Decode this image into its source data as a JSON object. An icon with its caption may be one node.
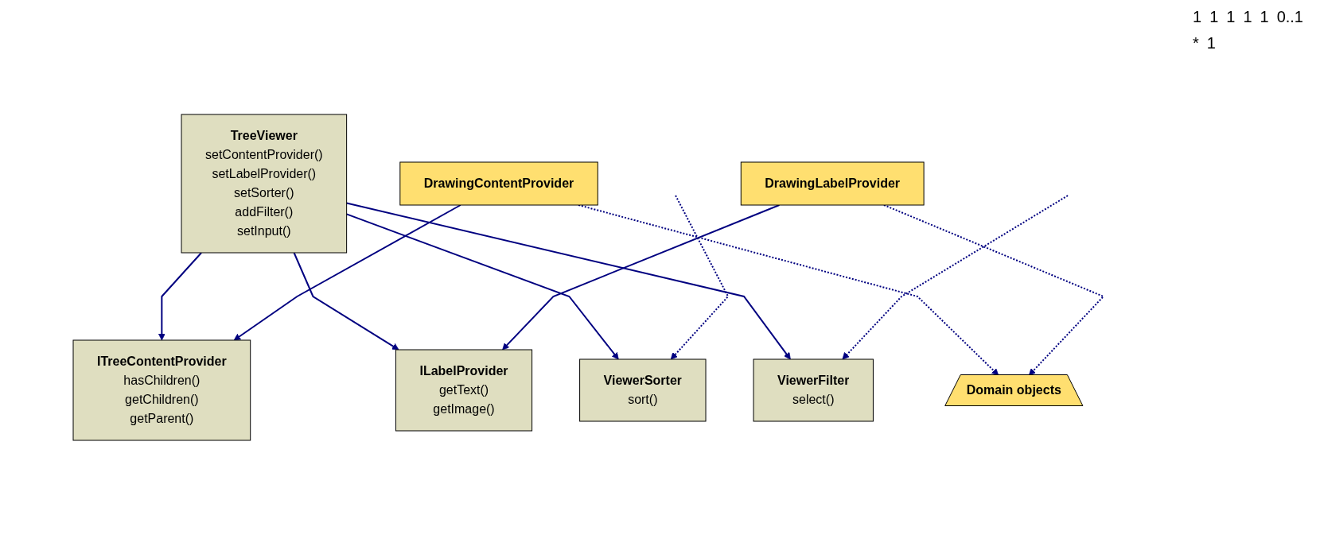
{
  "diagram": {
    "nodes": [
      {
        "text": [
          "ITreeContentProvider",
          "hasChildren()",
          "getChildren()",
          "getParent()"
        ]
      },
      {
        "text": [
          "TreeViewer",
          "setContentProvider()",
          "setLabelProvider()",
          "setSorter()",
          "addFilter()",
          "setInput()"
        ]
      },
      {
        "text": [
          "DrawingContentProvider"
        ]
      },
      {
        "text": [
          "ILabelProvider",
          "getText()",
          "getImage()"
        ]
      },
      {
        "text": [
          "Domain objects"
        ]
      },
      {
        "text": [
          "ViewerSorter",
          "sort()"
        ]
      },
      {
        "text": [
          "ViewerFilter",
          "select()"
        ]
      },
      {
        "text": [
          "DrawingLabelProvider"
        ]
      }
    ],
    "edges": [
      {
        "from": 1,
        "to": 0,
        "arrow": "to"
      },
      {
        "from": 1,
        "to": 3,
        "arrow": "to"
      },
      {
        "from": 1,
        "to": 5,
        "arrow": "to"
      },
      {
        "from": 1,
        "to": 6,
        "arrow": "to"
      },
      {
        "from": 2,
        "to": 0,
        "arrow": "to"
      },
      {
        "from": 7,
        "to": 3,
        "arrow": "to"
      },
      {
        "from": 2,
        "to": 4,
        "arrow": "to",
        "style": "dashed"
      },
      {
        "from": 7,
        "to": 4,
        "arrow": "to",
        "style": "dashed"
      },
      {
        "from": null,
        "to": 5,
        "arrow": "to",
        "style": "dashed"
      },
      {
        "from": null,
        "to": 6,
        "arrow": "to",
        "style": "dashed"
      }
    ],
    "labels": [
      "1",
      "1",
      "1",
      "1",
      "1",
      "0..1",
      "*",
      "1"
    ]
  }
}
